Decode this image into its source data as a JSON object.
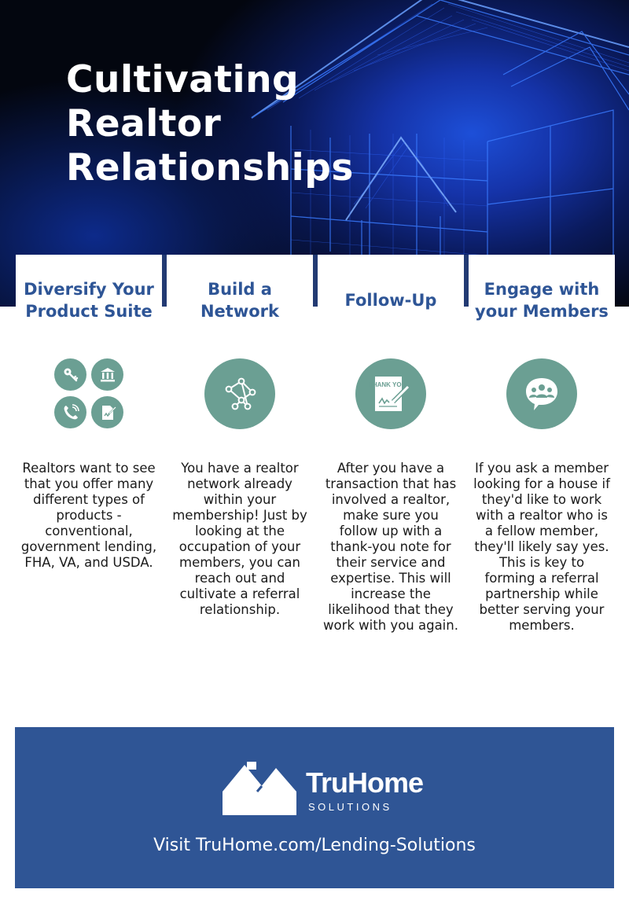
{
  "hero": {
    "title_lines": [
      "Cultivating",
      "Realtor",
      "Relationships"
    ]
  },
  "columns": [
    {
      "heading": "Diversify Your Product Suite",
      "icons": [
        "key-icon",
        "bank-icon",
        "phone-icon",
        "document-sign-icon"
      ],
      "body": "Realtors want to see that you offer many different types of products - conventional, government lending, FHA, VA, and USDA."
    },
    {
      "heading": "Build a Network",
      "icons": [
        "network-icon"
      ],
      "body": "You have a realtor network already within your membership! Just by looking at the occupation of your members, you can reach out and cultivate a referral relationship."
    },
    {
      "heading": "Follow-Up",
      "icons": [
        "thank-you-note-icon"
      ],
      "icon_text": "THANK YOU!",
      "body": "After you have a transaction that has involved a realtor, make sure you follow up with a thank-you note for their service and expertise. This will increase the likelihood that they work with you again."
    },
    {
      "heading": "Engage with your Members",
      "icons": [
        "members-chat-icon"
      ],
      "body": "If you ask a member looking for a house if they'd like to work with a realtor who is a fellow member, they'll likely say yes. This is key to forming a referral partnership while better serving your members."
    }
  ],
  "footer": {
    "brand_name": "TruHome",
    "brand_sub": "SOLUTIONS",
    "link_text": "Visit TruHome.com/Lending-Solutions"
  },
  "colors": {
    "heading_blue": "#2e5596",
    "icon_teal": "#6b9f93",
    "footer_blue": "#2f5595",
    "hero_dark": "#03060f"
  }
}
